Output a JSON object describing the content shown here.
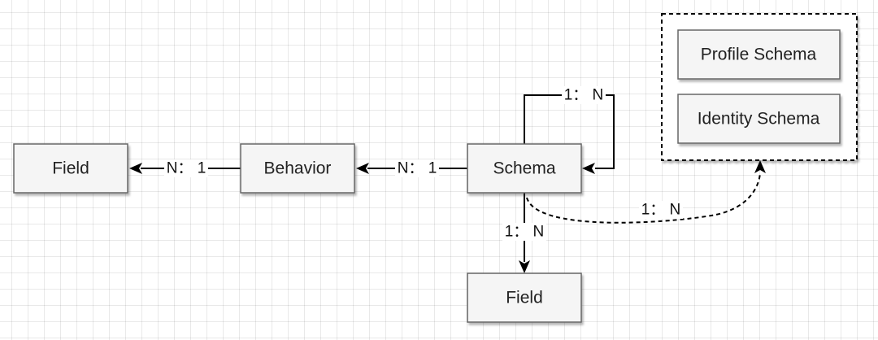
{
  "nodes": {
    "field_left": {
      "label": "Field"
    },
    "behavior": {
      "label": "Behavior"
    },
    "schema": {
      "label": "Schema"
    },
    "field_bottom": {
      "label": "Field"
    },
    "profile_schema": {
      "label": "Profile Schema"
    },
    "identity_schema": {
      "label": "Identity Schema"
    }
  },
  "edges": {
    "behavior_to_field": {
      "label": "N： 1"
    },
    "schema_to_behavior": {
      "label": "N： 1"
    },
    "schema_self": {
      "label": "1： N"
    },
    "schema_to_field": {
      "label": "1： N"
    },
    "schema_to_group": {
      "label": "1： N"
    }
  },
  "colors": {
    "node_fill": "#f5f5f5",
    "node_stroke": "#666666",
    "edge": "#000000"
  }
}
